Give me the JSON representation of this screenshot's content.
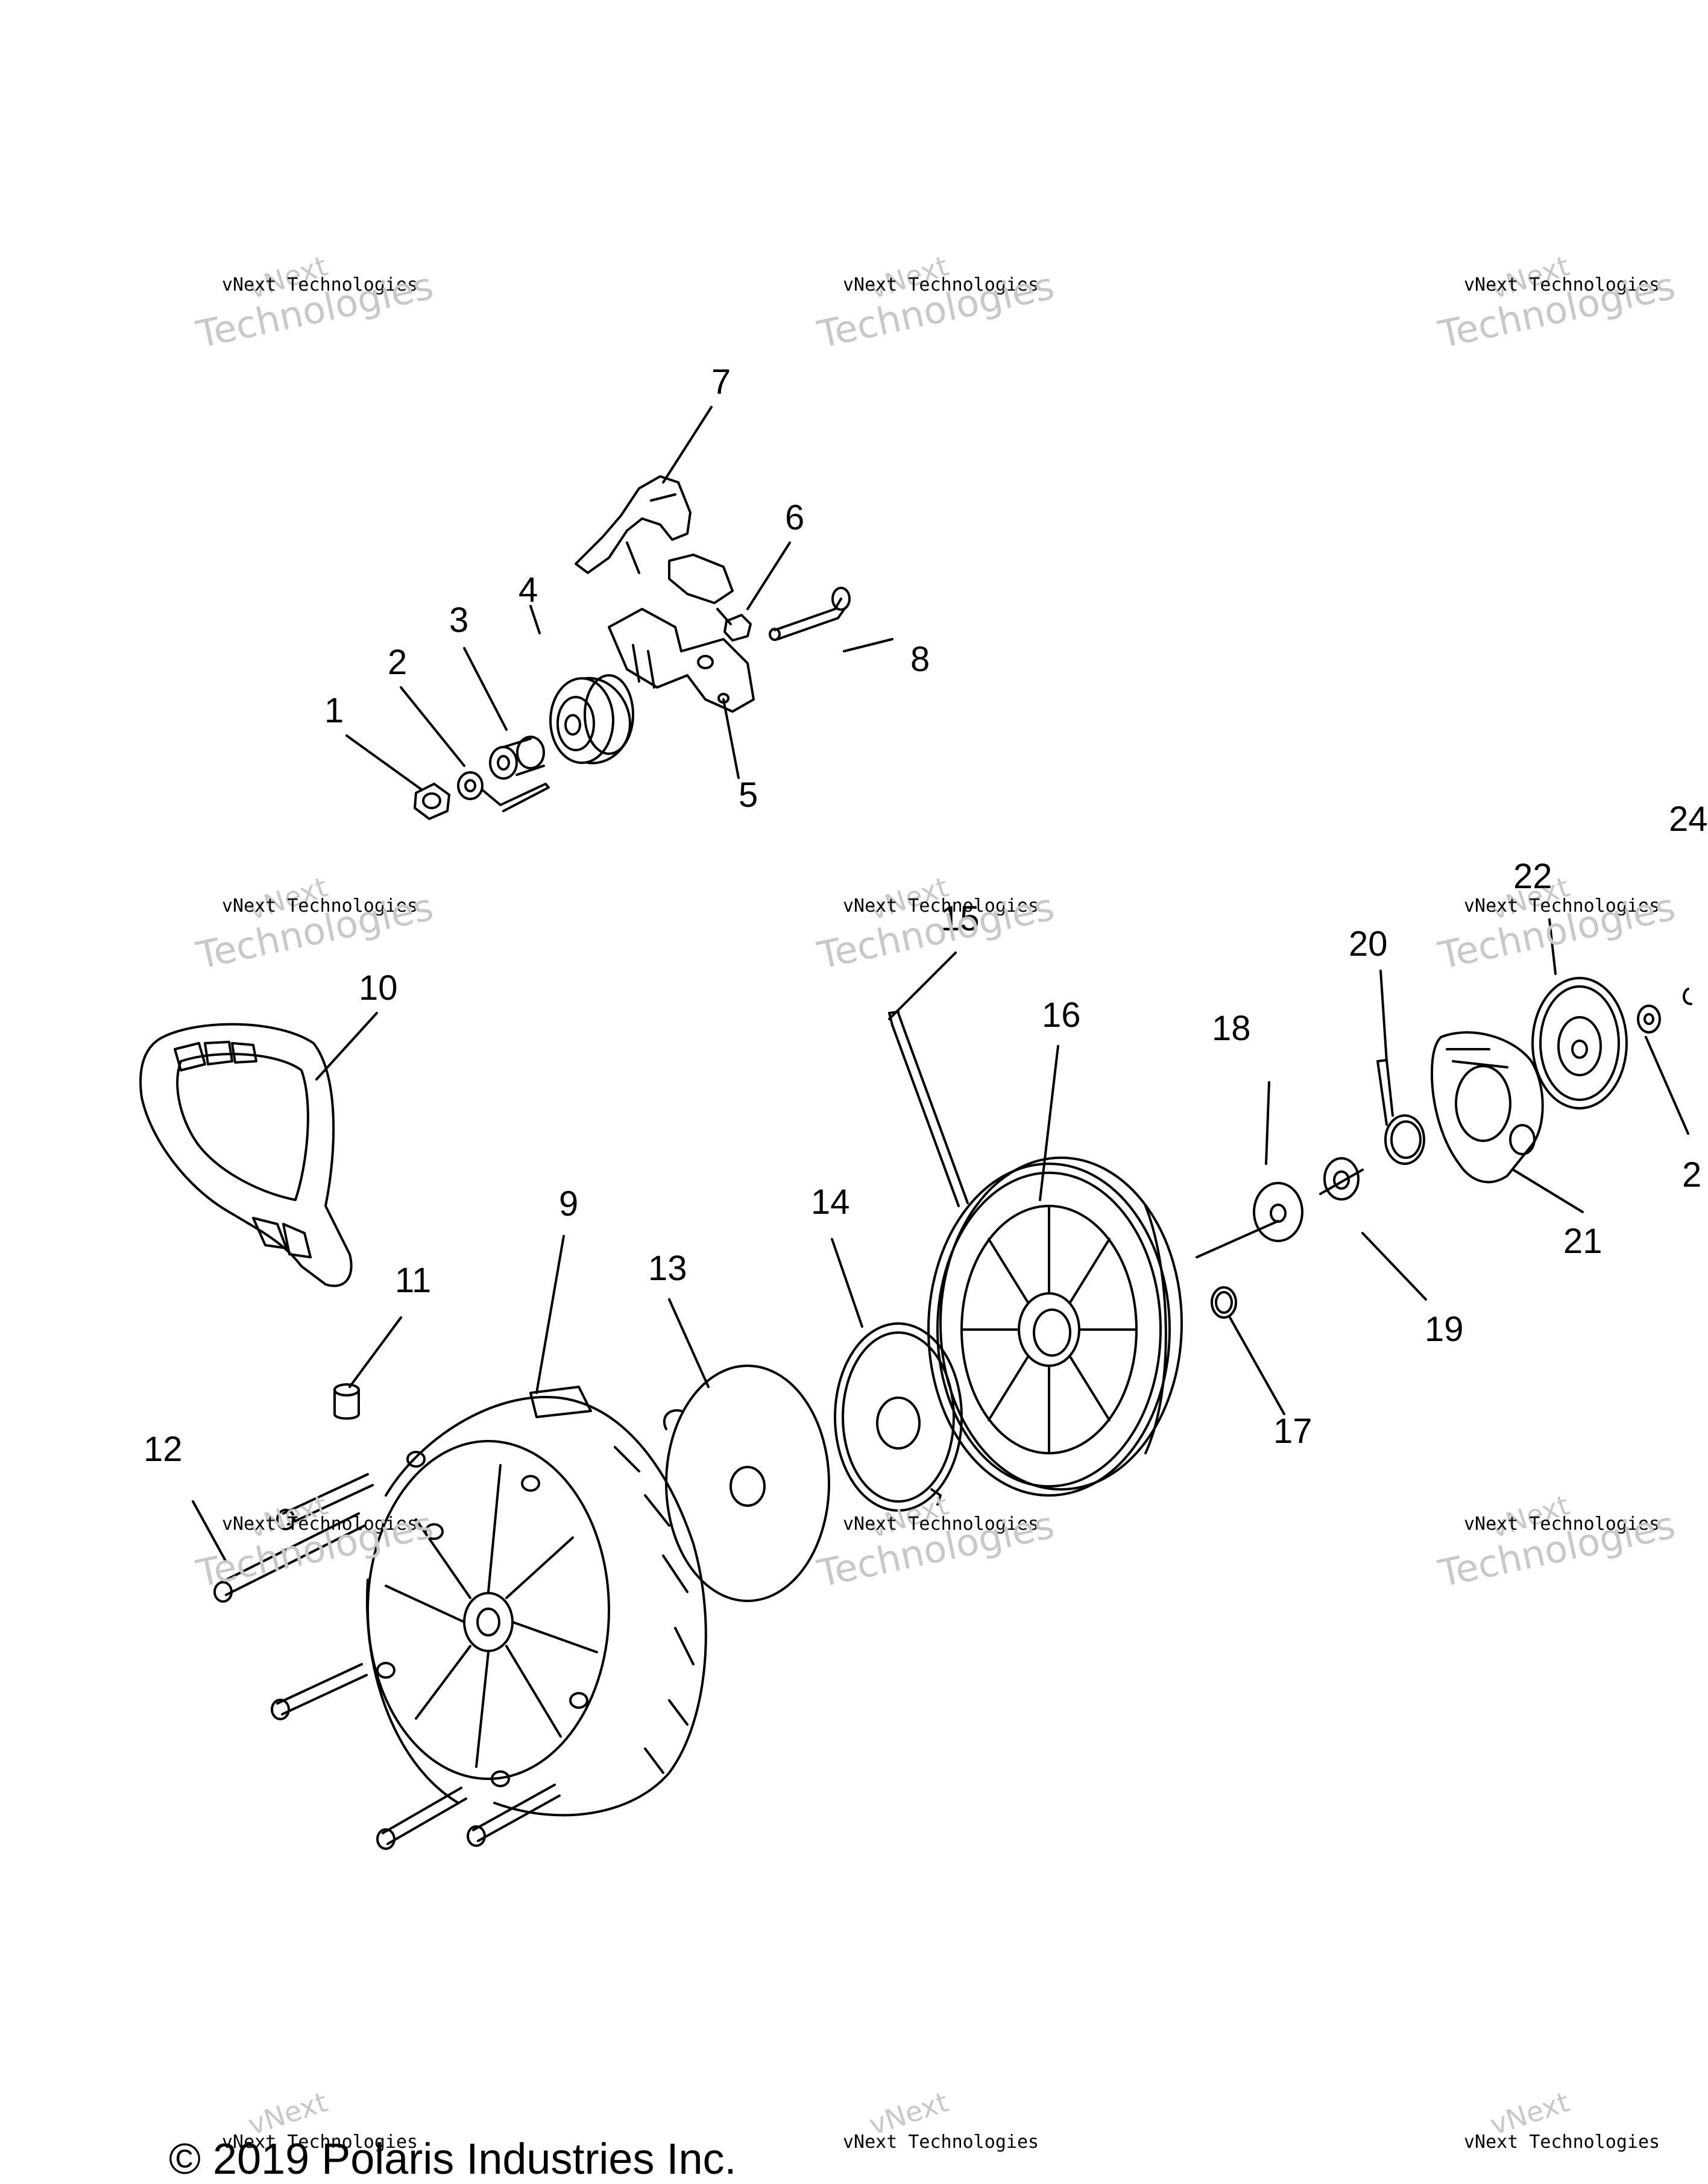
{
  "diagram": {
    "watermark": {
      "small_text": "vNext Technologies",
      "big_line1": "vNext",
      "big_line2": "Technologies"
    },
    "copyright_fragment": "© 2019 Polaris Industries Inc.",
    "callouts": [
      "1",
      "2",
      "3",
      "4",
      "5",
      "6",
      "7",
      "8",
      "9",
      "10",
      "11",
      "12",
      "13",
      "14",
      "15",
      "16",
      "17",
      "18",
      "19",
      "20",
      "21",
      "22",
      "24",
      "2",
      "2"
    ]
  }
}
